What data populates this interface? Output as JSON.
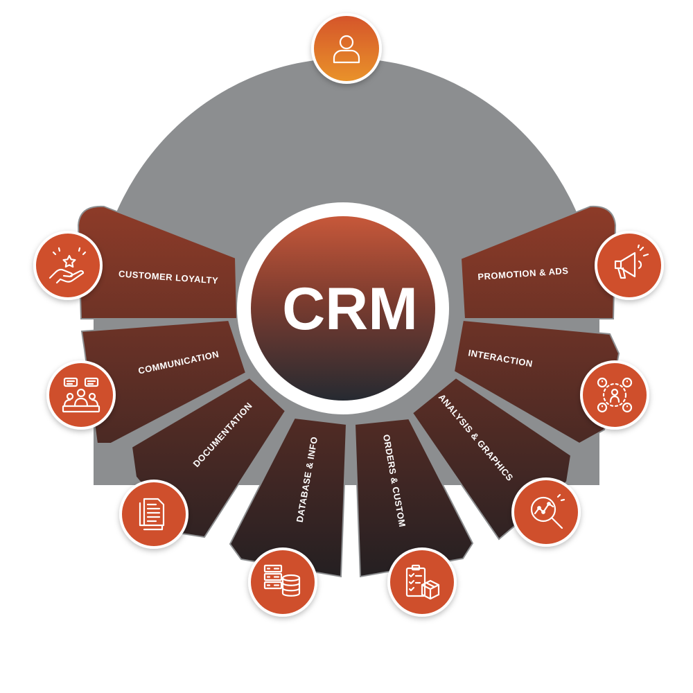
{
  "center": {
    "label": "CRM"
  },
  "top_node": {
    "icon": "user-icon"
  },
  "segments": [
    {
      "label": "CUSTOMER LOYALTY",
      "icon": "hand-star-icon"
    },
    {
      "label": "COMMUNICATION",
      "icon": "team-chat-icon"
    },
    {
      "label": "DOCUMENTATION",
      "icon": "documents-icon"
    },
    {
      "label": "DATABASE & INFO",
      "icon": "database-icon"
    },
    {
      "label": "ORDERS & CUSTOM",
      "icon": "order-checklist-icon"
    },
    {
      "label": "ANALYSIS & GRAPHICS",
      "icon": "magnifier-chart-icon"
    },
    {
      "label": "INTERACTION",
      "icon": "network-people-icon"
    },
    {
      "label": "PROMOTION & ADS",
      "icon": "megaphone-icon"
    }
  ],
  "colors": {
    "ring": "#8c8e90",
    "accent": "#cf4f2c",
    "segment_top": "#8d3b28",
    "segment_bottom": "#231f22",
    "center_top": "#c7583a",
    "center_bottom": "#262a31",
    "top_node_top": "#d5552c",
    "top_node_bottom": "#e9922c"
  }
}
